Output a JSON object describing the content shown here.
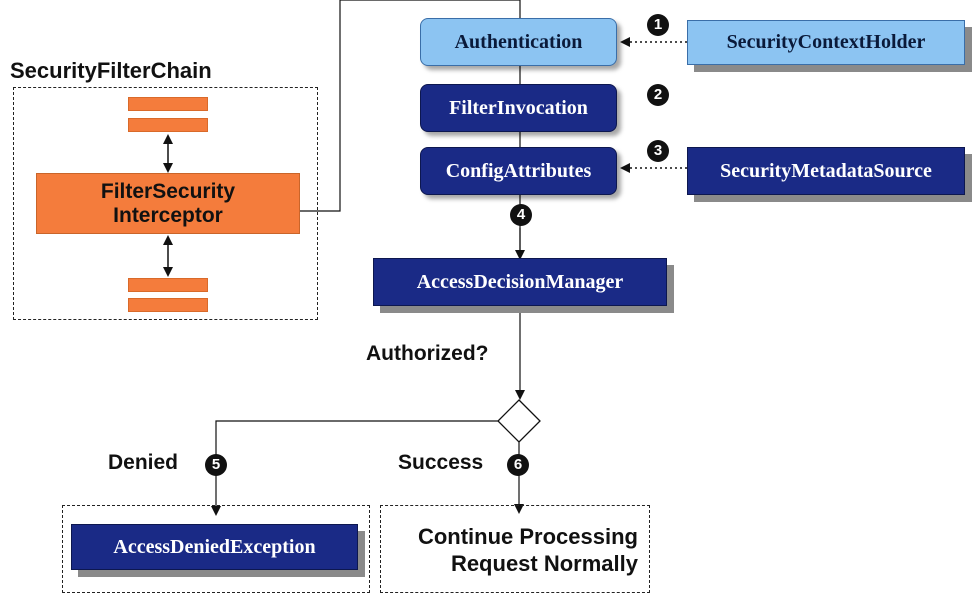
{
  "chain": {
    "title": "SecurityFilterChain",
    "interceptor_line1": "FilterSecurity",
    "interceptor_line2": "Interceptor"
  },
  "nodes": {
    "authentication": "Authentication",
    "filter_invocation": "FilterInvocation",
    "config_attributes": "ConfigAttributes",
    "security_context_holder": "SecurityContextHolder",
    "security_metadata_source": "SecurityMetadataSource",
    "access_decision_manager": "AccessDecisionManager",
    "access_denied_exception": "AccessDeniedException"
  },
  "decision": {
    "question": "Authorized?",
    "denied_label": "Denied",
    "success_label": "Success"
  },
  "result": {
    "continue_line1": "Continue Processing",
    "continue_line2": "Request Normally"
  },
  "steps": [
    "1",
    "2",
    "3",
    "4",
    "5",
    "6"
  ],
  "colors": {
    "orange": "#f47c3c",
    "light_blue": "#8cc4f2",
    "dark_blue": "#1a2a86"
  }
}
